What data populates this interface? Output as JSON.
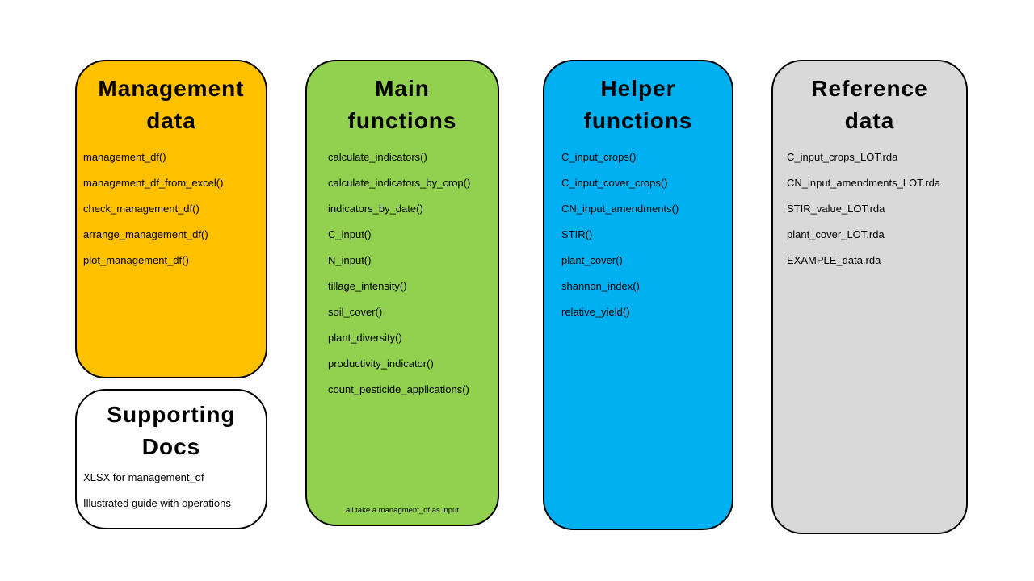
{
  "page": {
    "background": "#FFFFFF",
    "stroke": "#000000"
  },
  "boxes": [
    {
      "id": "management-data",
      "title_lines": [
        "Management",
        "data"
      ],
      "fill": "#FFC000",
      "items": [
        "management_df()",
        "management_df_from_excel()",
        "check_management_df()",
        "arrange_management_df()",
        "plot_management_df()"
      ]
    },
    {
      "id": "supporting-docs",
      "title_lines": [
        "Supporting",
        "Docs"
      ],
      "fill": "#FFFFFF",
      "items": [
        "XLSX for management_df",
        "Illustrated guide with operations"
      ]
    },
    {
      "id": "main-functions",
      "title_lines": [
        "Main",
        "functions"
      ],
      "fill": "#92D050",
      "items": [
        "calculate_indicators()",
        "calculate_indicators_by_crop()",
        "indicators_by_date()",
        "C_input()",
        "N_input()",
        "tillage_intensity()",
        "soil_cover()",
        "plant_diversity()",
        "productivity_indicator()",
        "count_pesticide_applications()"
      ],
      "footnote": "all take a managment_df as input"
    },
    {
      "id": "helper-functions",
      "title_lines": [
        "Helper",
        "functions"
      ],
      "fill": "#00B0F0",
      "items": [
        "C_input_crops()",
        "C_input_cover_crops()",
        "CN_input_amendments()",
        "STIR()",
        "plant_cover()",
        "shannon_index()",
        "relative_yield()"
      ]
    },
    {
      "id": "reference-data",
      "title_lines": [
        "Reference",
        "data"
      ],
      "fill": "#D9D9D9",
      "items": [
        "C_input_crops_LOT.rda",
        "CN_input_amendments_LOT.rda",
        "STIR_value_LOT.rda",
        "plant_cover_LOT.rda",
        "EXAMPLE_data.rda"
      ]
    }
  ]
}
